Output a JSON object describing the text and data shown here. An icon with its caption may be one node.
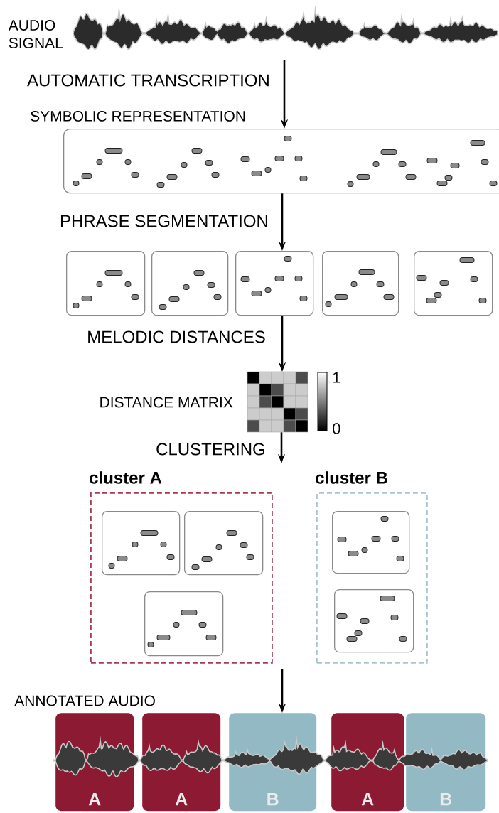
{
  "diagram": {
    "nodes": [
      {
        "text": [],
        "shape": "picture",
        "beside": [
          "AUDIO SIGNAL"
        ]
      },
      {
        "text": [
          "SYMBOLIC REPRESENTATION"
        ]
      },
      {
        "text": [],
        "shape": "box"
      },
      {
        "text": [],
        "shape": "box"
      },
      {
        "text": [],
        "shape": "box"
      },
      {
        "text": [],
        "shape": "box"
      },
      {
        "text": [],
        "shape": "box"
      },
      {
        "text": [],
        "shape": "picture",
        "beside": [
          "DISTANCE MATRIX"
        ]
      },
      {
        "text": [
          "cluster A"
        ]
      },
      {
        "text": [],
        "shape": "box",
        "in": 8
      },
      {
        "text": [],
        "shape": "box",
        "in": 8
      },
      {
        "text": [],
        "shape": "box",
        "in": 8
      },
      {
        "text": [
          "cluster B"
        ]
      },
      {
        "text": [],
        "shape": "box",
        "in": 12
      },
      {
        "text": [],
        "shape": "box",
        "in": 12
      },
      {
        "text": [
          "A"
        ]
      },
      {
        "text": [
          "A"
        ]
      },
      {
        "text": [
          "B"
        ]
      },
      {
        "text": [
          "A"
        ]
      },
      {
        "text": [
          "B"
        ]
      }
    ],
    "edges": [
      {
        "from": 0,
        "to": 1,
        "arrow": "to",
        "label": "AUTOMATIC TRANSCRIPTION"
      },
      {
        "from": 1,
        "to": 4,
        "arrow": "to",
        "label": "PHRASE SEGMENTATION"
      },
      {
        "from": 4,
        "to": 7,
        "arrow": "to",
        "label": "MELODIC DISTANCES"
      },
      {
        "from": 7,
        "to": null,
        "arrow": "to",
        "label": "CLUSTERING"
      },
      {
        "from": null,
        "to": 17,
        "arrow": "to"
      }
    ],
    "labels": [
      "1",
      "0",
      "ANNOTATED AUDIO"
    ]
  }
}
